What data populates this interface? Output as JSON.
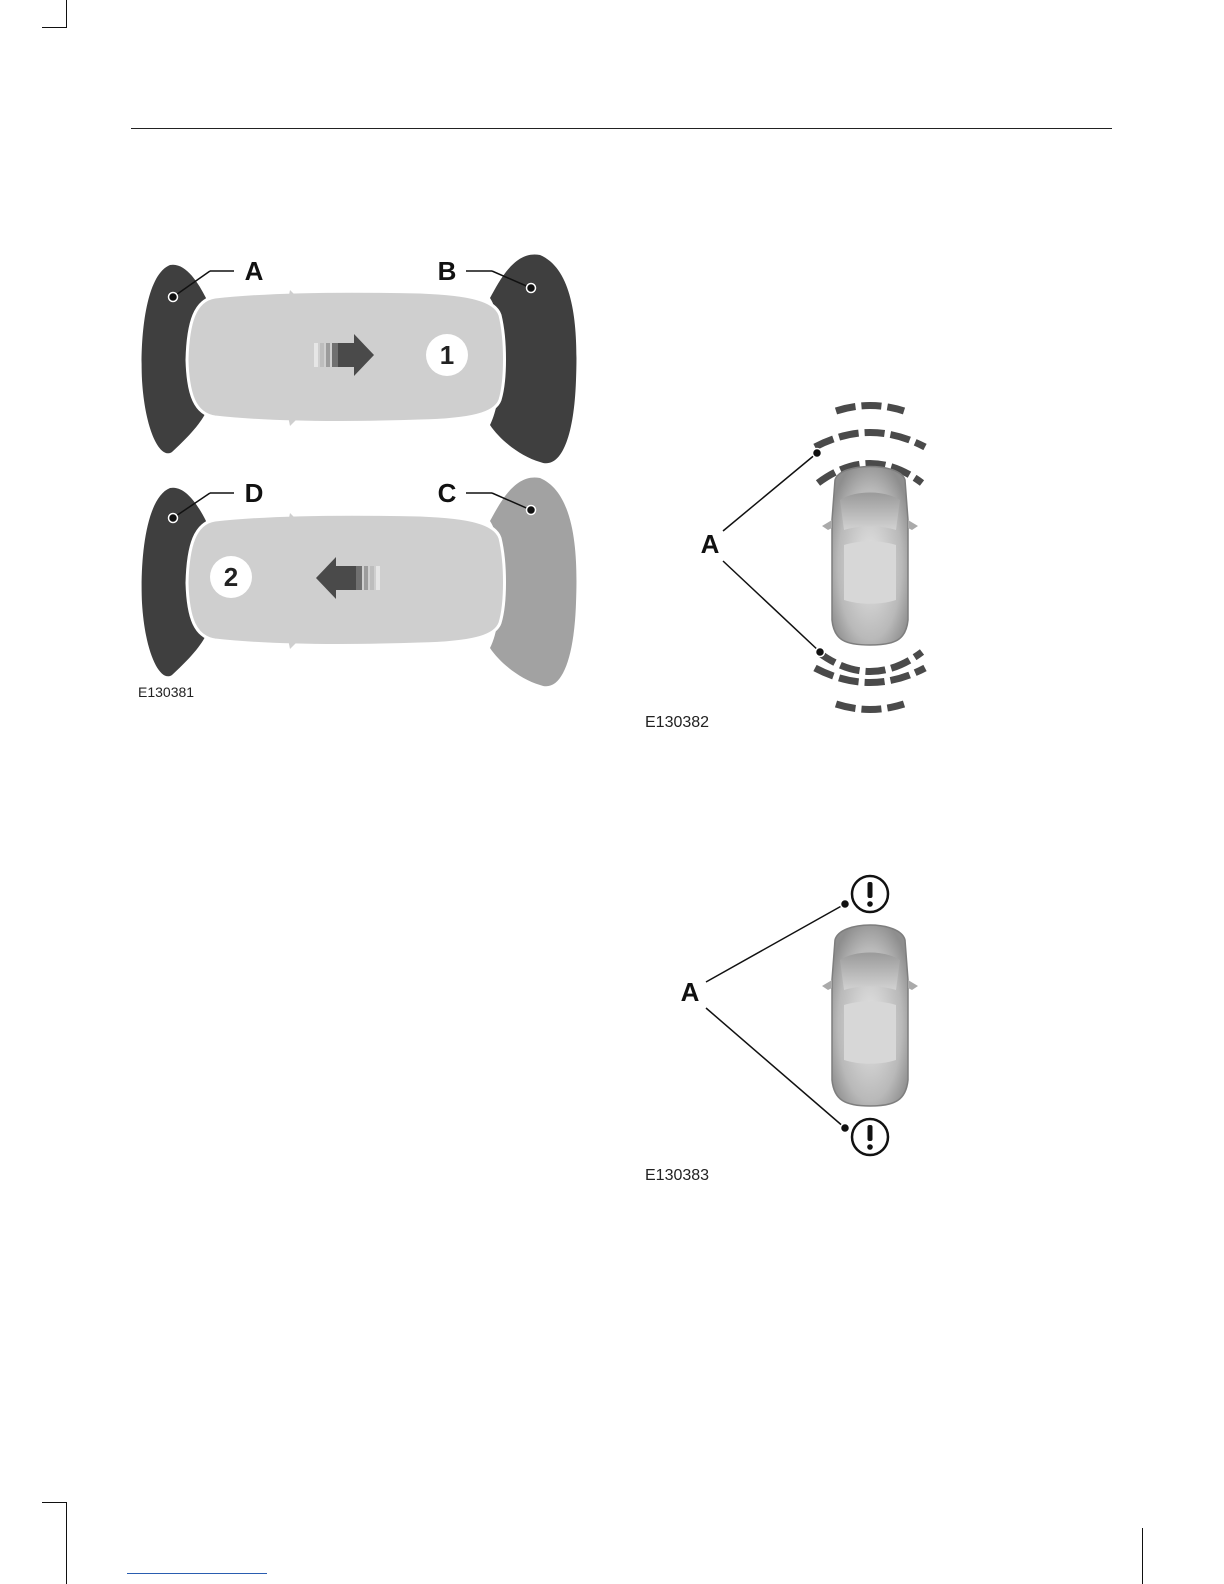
{
  "figures": [
    {
      "id": "fig1",
      "caption": "E130381",
      "callouts": [
        "A",
        "B",
        "C",
        "D"
      ],
      "step_numbers": [
        "1",
        "2"
      ]
    },
    {
      "id": "fig2",
      "caption": "E130382",
      "callouts": [
        "A"
      ]
    },
    {
      "id": "fig3",
      "caption": "E130383",
      "callouts": [
        "A"
      ]
    }
  ],
  "colors": {
    "zone_active": "#3f3f3f",
    "zone_inactive": "#a2a2a2",
    "car_body": "#cfcfcf",
    "wave": "#4a4a4a"
  }
}
